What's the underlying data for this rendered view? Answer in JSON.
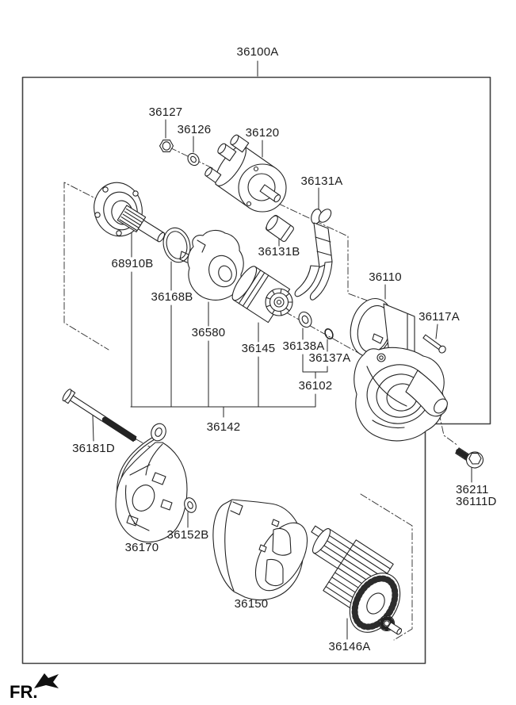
{
  "colors": {
    "background": "#ffffff",
    "line": "#232323",
    "frame": "#414141",
    "text": "#1c1c1c"
  },
  "icons": {
    "fr_direction_arrow": "solid-arrow-pointing-lower-left"
  },
  "diagram": {
    "assembly_label": {
      "text": "36100A"
    },
    "fr_label": {
      "text": "FR."
    },
    "part_labels": [
      {
        "text": "36127"
      },
      {
        "text": "36126"
      },
      {
        "text": "36120"
      },
      {
        "text": "36131A"
      },
      {
        "text": "36131B"
      },
      {
        "text": "68910B"
      },
      {
        "text": "36168B"
      },
      {
        "text": "36580"
      },
      {
        "text": "36110"
      },
      {
        "text": "36117A"
      },
      {
        "text": "36145"
      },
      {
        "text": "36138A"
      },
      {
        "text": "36137A"
      },
      {
        "text": "36102"
      },
      {
        "text": "36142"
      },
      {
        "text": "36181D"
      },
      {
        "text": "36170"
      },
      {
        "text": "36152B"
      },
      {
        "text": "36150"
      },
      {
        "text": "36146A"
      },
      {
        "text": "36211"
      },
      {
        "text": "36111D"
      }
    ]
  }
}
